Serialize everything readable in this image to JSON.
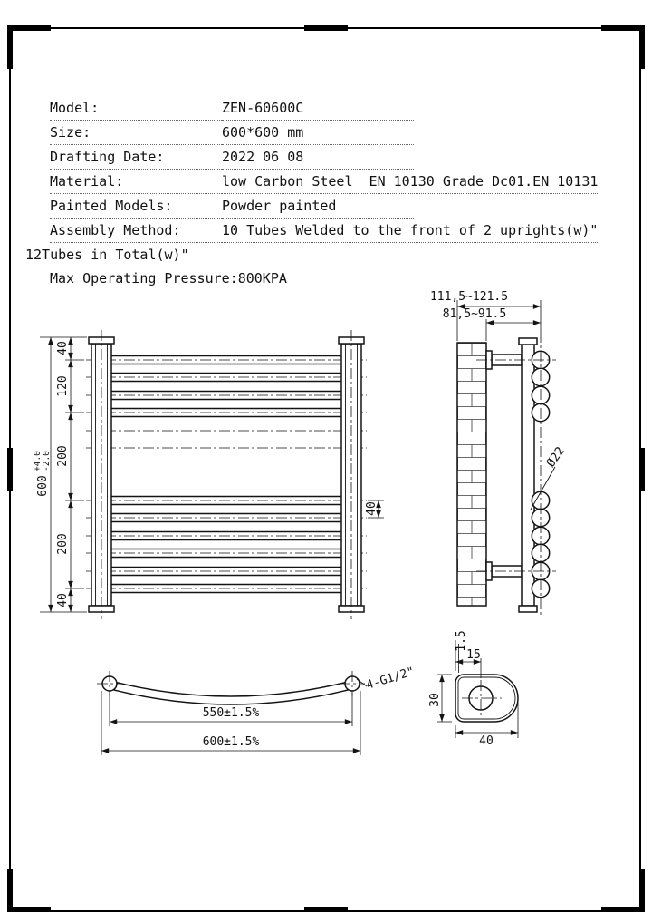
{
  "specs": {
    "rows": [
      {
        "label": "Model:",
        "value": "ZEN-60600C"
      },
      {
        "label": "Size:",
        "value": "600*600 mm"
      },
      {
        "label": "Drafting Date:",
        "value": "2022 06 08"
      },
      {
        "label": "Material:",
        "value": "low Carbon Steel  EN 10130 Grade Dc01.EN 10131"
      },
      {
        "label": "Painted Models:",
        "value": "Powder painted"
      },
      {
        "label": "Assembly Method:",
        "value": "10 Tubes Welded to the front of 2 uprights(w)\""
      },
      {
        "label": "12Tubes in Total(w)\"",
        "value": ""
      },
      {
        "label": "Max Operating Pressure:",
        "value": "800KPA"
      }
    ]
  },
  "front_view": {
    "dim_overall": "600",
    "tol_plus": "+4.0",
    "tol_minus": "-2.0",
    "dim_top": "40",
    "dim_mid": "120",
    "dim_upper": "200",
    "dim_lower": "200",
    "dim_bottom": "40",
    "dim_pitch": "40"
  },
  "side_view": {
    "dim_outer": "111,5~121.5",
    "dim_inner": "81,5~91.5",
    "tube_dia": "Ø22"
  },
  "plan_view": {
    "dim_centers": "550±1.5%",
    "dim_overall": "600±1.5%",
    "thread_label": "4-G1/2\""
  },
  "detail_view": {
    "dim_wall": "1.5",
    "dim_offset": "15",
    "dim_height": "30",
    "dim_width": "40"
  }
}
